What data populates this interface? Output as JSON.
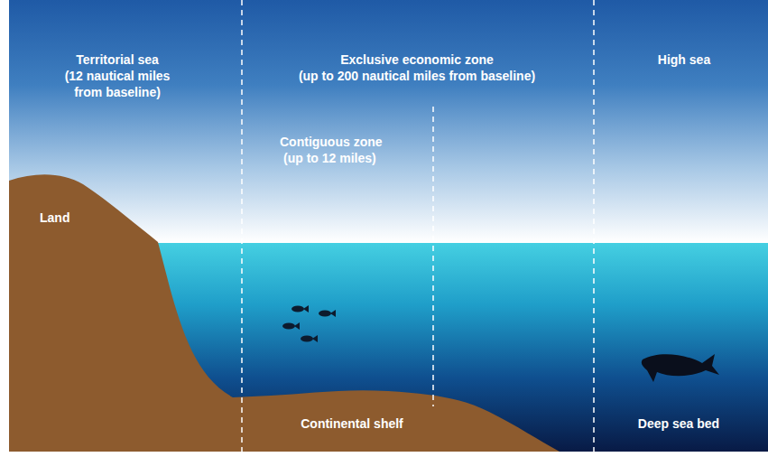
{
  "diagram": {
    "labels": [
      "Territorial sea",
      "(12 nautical miles from baseline)",
      "Exclusive economic zone",
      "(up to 200 nautical miles from baseline)",
      "High sea",
      "Contiguous zone",
      "(up to 12 miles)",
      "Land",
      "Continental shelf",
      "Deep sea bed"
    ]
  }
}
